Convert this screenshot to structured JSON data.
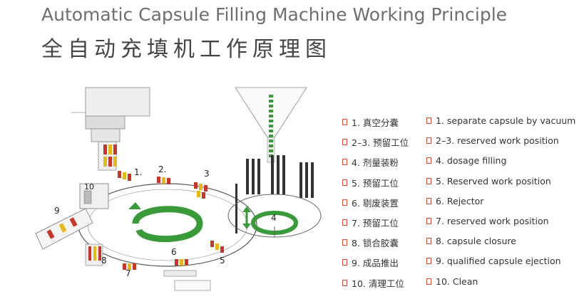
{
  "title": {
    "en": "Automatic Capsule Filling Machine Working Principle",
    "cn": "全自动充填机工作原理图"
  },
  "diagram": {
    "station_labels": [
      "1.",
      "2.",
      "3",
      "4",
      "5",
      "6",
      "7",
      "8",
      "9",
      "10"
    ]
  },
  "steps": [
    {
      "cn": "1. 真空分囊",
      "en": "1. separate capsule by vacuum"
    },
    {
      "cn": "2–3. 预留工位",
      "en": "2–3. reserved work position"
    },
    {
      "cn": "4. 剂量装粉",
      "en": "4. dosage filling"
    },
    {
      "cn": "5. 预留工位",
      "en": "5. Reserved work position"
    },
    {
      "cn": "6. 剔废装置",
      "en": "6. Rejector"
    },
    {
      "cn": "7. 预留工位",
      "en": "7. reserved work position"
    },
    {
      "cn": "8. 锁合胶囊",
      "en": "8. capsule closure"
    },
    {
      "cn": "9. 成品推出",
      "en": "9. qualified capsule ejection"
    },
    {
      "cn": "10. 清理工位",
      "en": "10. Clean"
    }
  ],
  "colors": {
    "capsule_red": "#c4372a",
    "capsule_yellow": "#e6b81c",
    "arrow_green": "#3a9a3a",
    "bullet": "#d64a3a"
  }
}
